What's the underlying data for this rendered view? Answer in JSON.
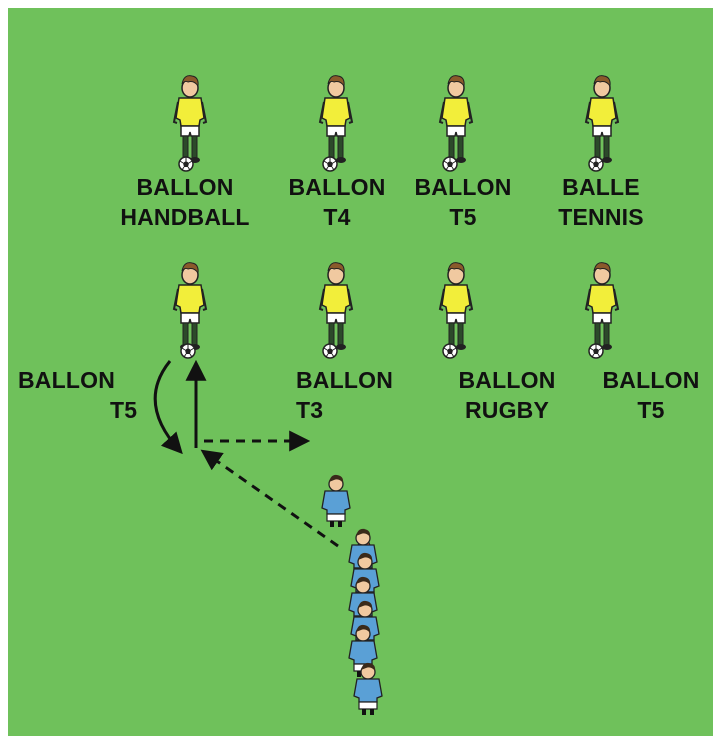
{
  "field_color": "#6fc15b",
  "coach_jersey_color": "#f2ee3a",
  "player_jersey_color": "#5aa0d6",
  "stations_top": [
    {
      "line1": "BALLON",
      "line2": "HANDBALL"
    },
    {
      "line1": "BALLON",
      "line2": "T4"
    },
    {
      "line1": "BALLON",
      "line2": "T5"
    },
    {
      "line1": "BALLE",
      "line2": "TENNIS"
    }
  ],
  "stations_bottom": [
    {
      "line1": "BALLON",
      "line2": "T5"
    },
    {
      "line1": "BALLON",
      "line2": "T3"
    },
    {
      "line1": "BALLON",
      "line2": "RUGBY"
    },
    {
      "line1": "BALLON",
      "line2": "T5"
    }
  ],
  "icons": {
    "coach": "coach-icon",
    "ball": "soccer-ball-icon",
    "player": "player-icon",
    "cone": "cone-icon"
  }
}
